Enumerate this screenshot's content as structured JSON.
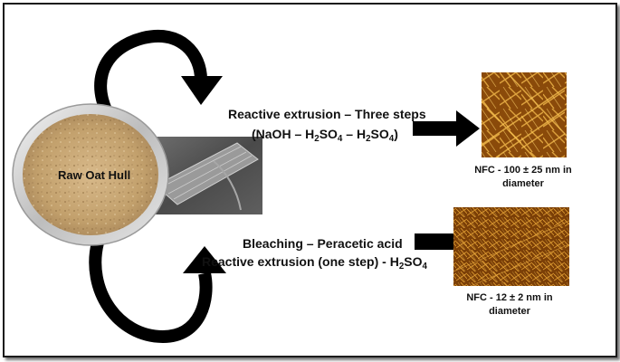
{
  "source": {
    "label": "Raw Oat Hull"
  },
  "routes": [
    {
      "line1": "Reactive extrusion – Three steps",
      "line2_prefix": "(NaOH – H",
      "line2_sub1": "2",
      "line2_mid1": "SO",
      "line2_sub2": "4",
      "line2_mid2": " – H",
      "line2_sub3": "2",
      "line2_mid3": "SO",
      "line2_sub4": "4",
      "line2_suffix": ")",
      "result_line1": "NFC -  100 ± 25 nm in",
      "result_line2": "diameter"
    },
    {
      "line1": "Bleaching – Peracetic acid",
      "line2_prefix": "Reactive extrusion (one step) - H",
      "line2_sub1": "2",
      "line2_mid1": "SO",
      "line2_sub2": "4",
      "result_line1": "NFC -  12 ± 2 nm in",
      "result_line2": "diameter"
    }
  ],
  "colors": {
    "fiber_bg": "#7a3f06",
    "fiber_light": "#f0b23a",
    "arrow": "#000000",
    "hull": "#c9a874",
    "rim": "#c8c8c8"
  }
}
